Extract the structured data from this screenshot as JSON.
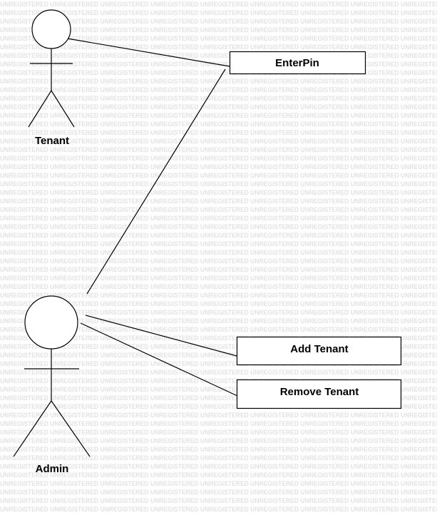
{
  "watermark": {
    "text": "UNREGISTERED"
  },
  "actors": {
    "tenant": {
      "label": "Tenant"
    },
    "admin": {
      "label": "Admin"
    }
  },
  "use_cases": {
    "enter_pin": {
      "label": "EnterPin"
    },
    "add_tenant": {
      "label": "Add Tenant"
    },
    "remove_tenant": {
      "label": "Remove Tenant"
    }
  },
  "colors": {
    "stroke": "#000000",
    "background": "#ffffff",
    "watermark": "#e2e2e2"
  }
}
